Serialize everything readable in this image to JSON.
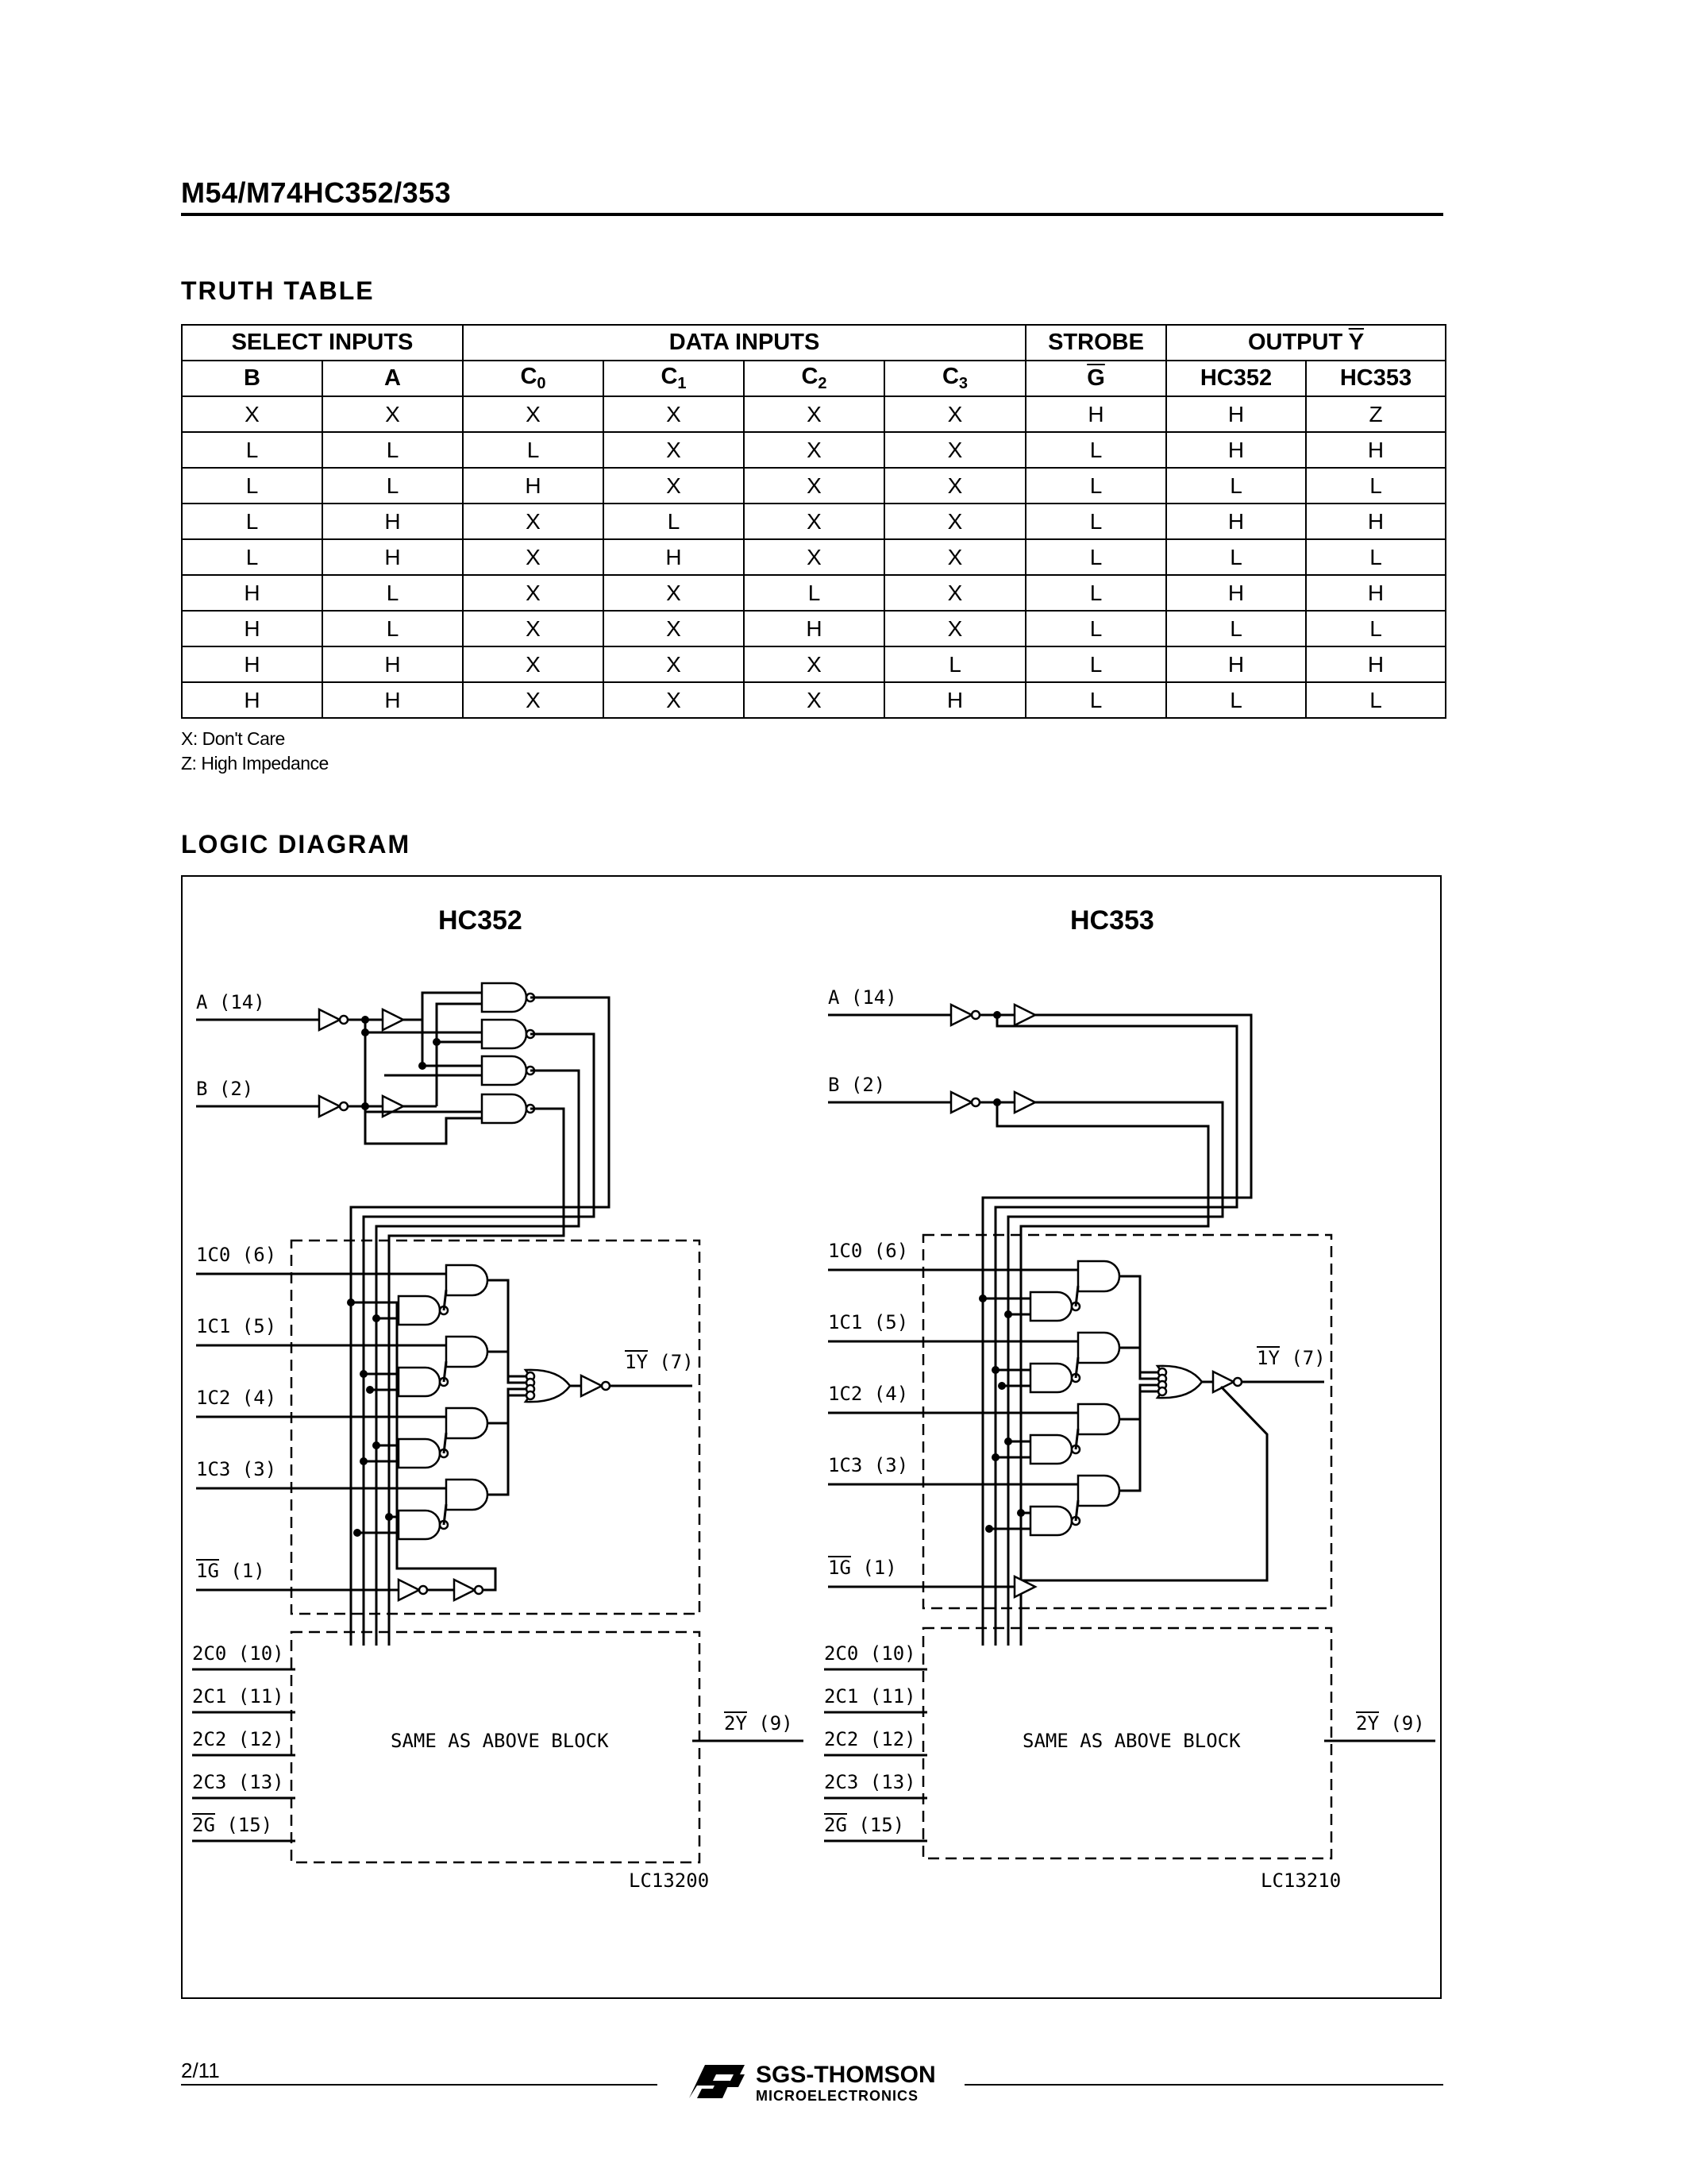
{
  "header": {
    "doc_title": "M54/M74HC352/353"
  },
  "truth_table": {
    "heading": "TRUTH TABLE",
    "group_headers": [
      "SELECT INPUTS",
      "DATA INPUTS",
      "STROBE",
      "OUTPUT Y"
    ],
    "columns": [
      "B",
      "A",
      "C0",
      "C1",
      "C2",
      "C3",
      "G",
      "HC352",
      "HC353"
    ],
    "rows": [
      [
        "X",
        "X",
        "X",
        "X",
        "X",
        "X",
        "H",
        "H",
        "Z"
      ],
      [
        "L",
        "L",
        "L",
        "X",
        "X",
        "X",
        "L",
        "H",
        "H"
      ],
      [
        "L",
        "L",
        "H",
        "X",
        "X",
        "X",
        "L",
        "L",
        "L"
      ],
      [
        "L",
        "H",
        "X",
        "L",
        "X",
        "X",
        "L",
        "H",
        "H"
      ],
      [
        "L",
        "H",
        "X",
        "H",
        "X",
        "X",
        "L",
        "L",
        "L"
      ],
      [
        "H",
        "L",
        "X",
        "X",
        "L",
        "X",
        "L",
        "H",
        "H"
      ],
      [
        "H",
        "L",
        "X",
        "X",
        "H",
        "X",
        "L",
        "L",
        "L"
      ],
      [
        "H",
        "H",
        "X",
        "X",
        "X",
        "L",
        "L",
        "H",
        "H"
      ],
      [
        "H",
        "H",
        "X",
        "X",
        "X",
        "H",
        "L",
        "L",
        "L"
      ]
    ],
    "notes": [
      "X: Don't Care",
      "Z: High Impedance"
    ]
  },
  "logic_diagram": {
    "heading": "LOGIC DIAGRAM",
    "left": {
      "title": "HC352",
      "pin_a": "A (14)",
      "pin_b": "B (2)",
      "inputs_1": [
        "1C0 (6)",
        "1C1 (5)",
        "1C2 (4)",
        "1C3 (3)"
      ],
      "strobe_1": "1G (1)",
      "output_1": "1Y (7)",
      "inputs_2": [
        "2C0 (10)",
        "2C1 (11)",
        "2C2 (12)",
        "2C3 (13)",
        "2G (15)"
      ],
      "output_2": "2Y (9)",
      "block_label": "SAME AS ABOVE BLOCK",
      "figure_code": "LC13200"
    },
    "right": {
      "title": "HC353",
      "pin_a": "A (14)",
      "pin_b": "B (2)",
      "inputs_1": [
        "1C0 (6)",
        "1C1 (5)",
        "1C2 (4)",
        "1C3 (3)"
      ],
      "strobe_1": "1G (1)",
      "output_1": "1Y (7)",
      "inputs_2": [
        "2C0 (10)",
        "2C1 (11)",
        "2C2 (12)",
        "2C3 (13)",
        "2G (15)"
      ],
      "output_2": "2Y (9)",
      "block_label": "SAME AS ABOVE BLOCK",
      "figure_code": "LC13210"
    }
  },
  "footer": {
    "page": "2/11",
    "brand": "SGS-THOMSON",
    "brand_sub": "MICROELECTRONICS",
    "logo": "st-logo-icon"
  }
}
